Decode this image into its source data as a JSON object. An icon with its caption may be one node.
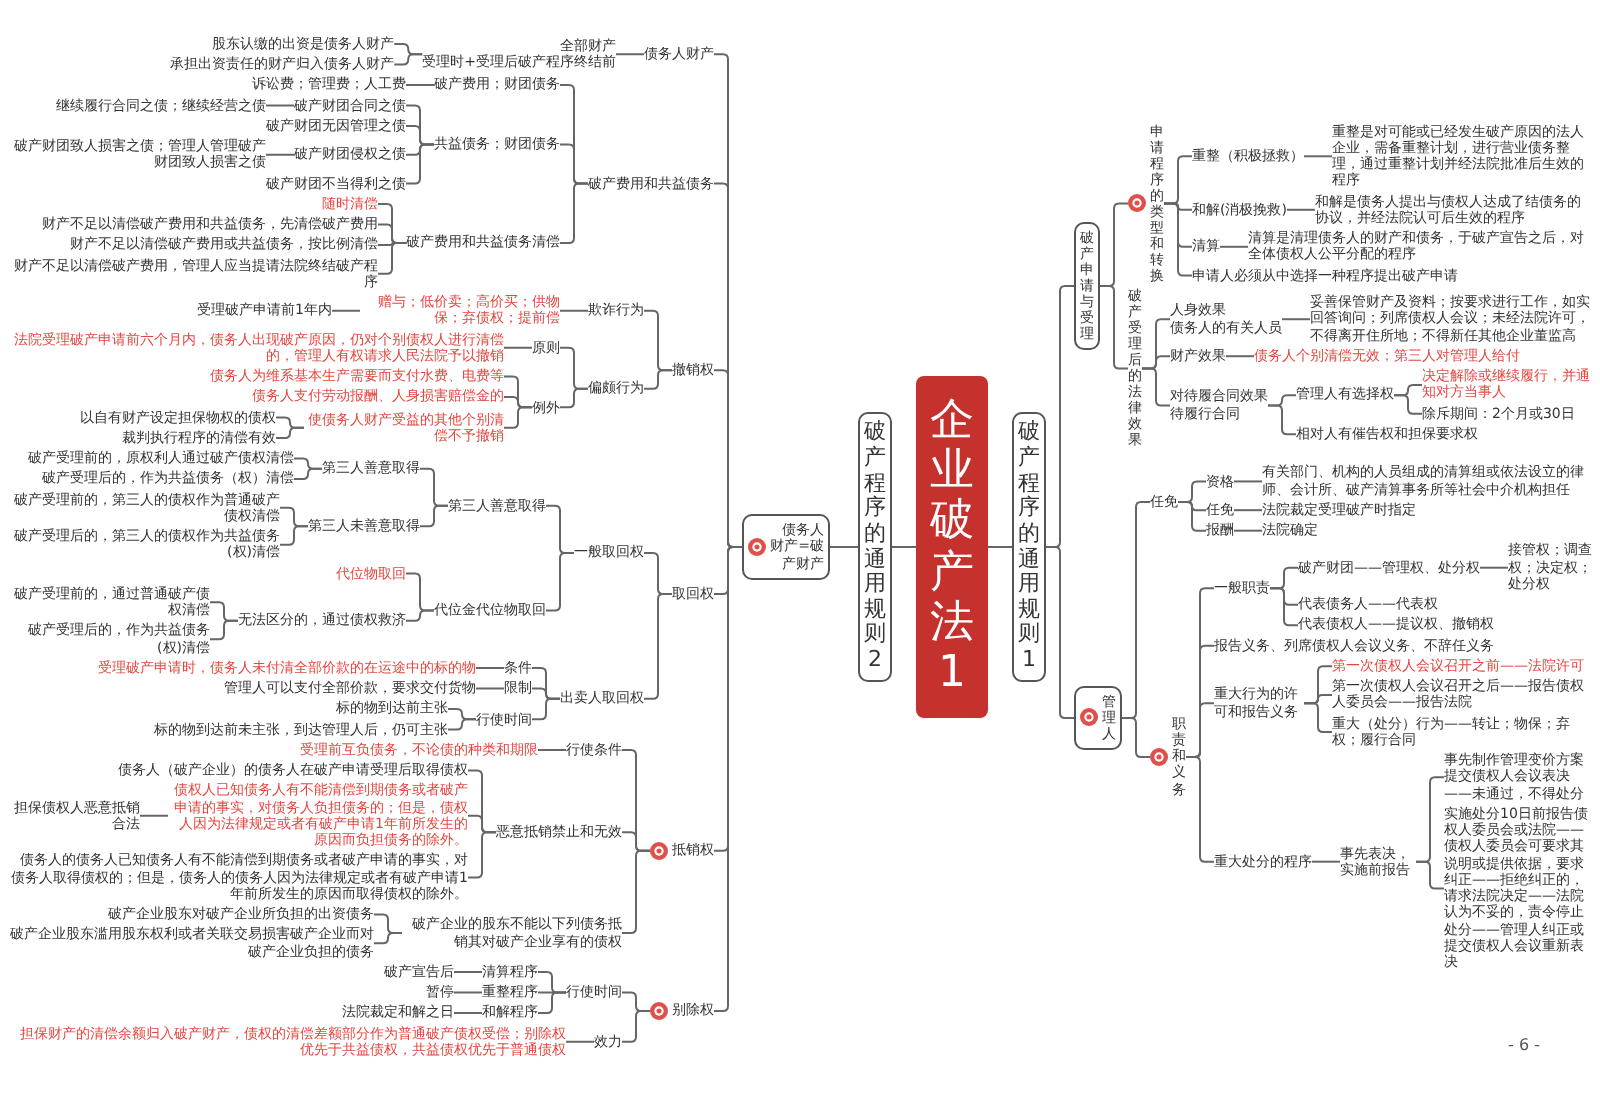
{
  "diagram": {
    "nodes": [
      {
        "text": [
          "企业破产法1"
        ]
      },
      {
        "text": [
          "破产程序的通用规则2"
        ]
      },
      {
        "text": [
          "破产程序的通用规则1"
        ]
      },
      {
        "text": [
          "债务人财产=破产财产"
        ]
      },
      {
        "text": [
          "债务人财产"
        ]
      },
      {
        "text": [
          "全部财产",
          "受理时+受理后破产程序终结前"
        ]
      },
      {
        "text": [
          "股东认缴的出资是债务人财产"
        ]
      },
      {
        "text": [
          "承担出资责任的财产归入债务人财产"
        ]
      },
      {
        "text": [
          "破产费用和共益债务"
        ]
      },
      {
        "text": [
          "破产费用；财团债务"
        ]
      },
      {
        "text": [
          "诉讼费；管理费；人工费"
        ]
      },
      {
        "text": [
          "共益债务；财团债务"
        ]
      },
      {
        "text": [
          "破产财团合同之债"
        ]
      },
      {
        "text": [
          "继续履行合同之债；继续经营之债"
        ]
      },
      {
        "text": [
          "破产财团无因管理之债"
        ]
      },
      {
        "text": [
          "破产财团侵权之债"
        ]
      },
      {
        "text": [
          "破产财团致人损害之债；管理人管理破产财团致人损害之债"
        ]
      },
      {
        "text": [
          "破产财团不当得利之债"
        ]
      },
      {
        "text": [
          "破产费用和共益债务清偿"
        ]
      },
      {
        "text": [
          "随时清偿"
        ]
      },
      {
        "text": [
          "财产不足以清偿破产费用和共益债务，先清偿破产费用"
        ]
      },
      {
        "text": [
          "财产不足以清偿破产费用或共益债务，按比例清偿"
        ]
      },
      {
        "text": [
          "财产不足以清偿破产费用，管理人应当提请法院终结破产程序"
        ]
      },
      {
        "text": [
          "撤销权"
        ]
      },
      {
        "text": [
          "欺诈行为"
        ]
      },
      {
        "text": [
          "赠与；低价卖；高价买；供物保；弃债权；提前偿"
        ]
      },
      {
        "text": [
          "受理破产申请前1年内"
        ]
      },
      {
        "text": [
          "偏颇行为"
        ]
      },
      {
        "text": [
          "原则"
        ]
      },
      {
        "text": [
          "法院受理破产申请前六个月内，债务人出现破产原因，仍对个别债权人进行清偿的，管理人有权请求人民法院予以撤销"
        ]
      },
      {
        "text": [
          "例外"
        ]
      },
      {
        "text": [
          "债务人为维系基本生产需要而支付水费、电费等"
        ]
      },
      {
        "text": [
          "债务人支付劳动报酬、人身损害赔偿金的"
        ]
      },
      {
        "text": [
          "使债务人财产受益的其他个别清偿不予撤销"
        ]
      },
      {
        "text": [
          "以自有财产设定担保物权的债权"
        ]
      },
      {
        "text": [
          "裁判执行程序的清偿有效"
        ]
      },
      {
        "text": [
          "取回权"
        ]
      },
      {
        "text": [
          "一般取回权"
        ]
      },
      {
        "text": [
          "第三人善意取得"
        ]
      },
      {
        "text": [
          "第三人善意取得"
        ]
      },
      {
        "text": [
          "破产受理前的，原权利人通过破产债权清偿"
        ]
      },
      {
        "text": [
          "破产受理后的，作为共益债务（权）清偿"
        ]
      },
      {
        "text": [
          "第三人未善意取得"
        ]
      },
      {
        "text": [
          "破产受理前的，第三人的债权作为普通破产债权清偿"
        ]
      },
      {
        "text": [
          "破产受理后的，第三人的债权作为共益债务(权)清偿"
        ]
      },
      {
        "text": [
          "代位金代位物取回"
        ]
      },
      {
        "text": [
          "代位物取回"
        ]
      },
      {
        "text": [
          "无法区分的，通过债权救济"
        ]
      },
      {
        "text": [
          "破产受理前的，通过普通破产债权清偿"
        ]
      },
      {
        "text": [
          "破产受理后的，作为共益债务(权)清偿"
        ]
      },
      {
        "text": [
          "出卖人取回权"
        ]
      },
      {
        "text": [
          "条件"
        ]
      },
      {
        "text": [
          "受理破产申请时，债务人未付清全部价款的在运途中的标的物"
        ]
      },
      {
        "text": [
          "限制"
        ]
      },
      {
        "text": [
          "管理人可以支付全部价款，要求交付货物"
        ]
      },
      {
        "text": [
          "行使时间"
        ]
      },
      {
        "text": [
          "标的物到达前主张"
        ]
      },
      {
        "text": [
          "标的物到达前未主张，到达管理人后，仍可主张"
        ]
      },
      {
        "text": [
          "抵销权"
        ]
      },
      {
        "text": [
          "行使条件"
        ]
      },
      {
        "text": [
          "受理前互负债务，不论债的种类和期限"
        ]
      },
      {
        "text": [
          "恶意抵销禁止和无效"
        ]
      },
      {
        "text": [
          "债务人（破产企业）的债务人在破产申请受理后取得债权"
        ]
      },
      {
        "text": [
          "债权人已知债务人有不能清偿到期债务或者破产申请的事实，对债务人负担债务的；但是，债权人因为法律规定或者有破产申请1年前所发生的原因而负担债务的除外。"
        ]
      },
      {
        "text": [
          "担保债权人恶意抵销合法"
        ]
      },
      {
        "text": [
          "债务人的债务人已知债务人有不能清偿到期债务或者破产申请的事实，对债务人取得债权的；但是，债务人的债务人因为法律规定或者有破产申请1年前所发生的原因而取得债权的除外。"
        ]
      },
      {
        "text": [
          "破产企业的股东不能以下列债务抵销其对破产企业享有的债权"
        ]
      },
      {
        "text": [
          "破产企业股东对破产企业所负担的出资债务"
        ]
      },
      {
        "text": [
          "破产企业股东滥用股东权利或者关联交易损害破产企业而对破产企业负担的债务"
        ]
      },
      {
        "text": [
          "别除权"
        ]
      },
      {
        "text": [
          "行使时间"
        ]
      },
      {
        "text": [
          "清算程序"
        ]
      },
      {
        "text": [
          "破产宣告后"
        ]
      },
      {
        "text": [
          "重整程序"
        ]
      },
      {
        "text": [
          "暂停"
        ]
      },
      {
        "text": [
          "和解程序"
        ]
      },
      {
        "text": [
          "法院裁定和解之日"
        ]
      },
      {
        "text": [
          "效力"
        ]
      },
      {
        "text": [
          "担保财产的清偿余额归入破产财产，债权的清偿差额部分作为普通破产债权受偿；别除权优先于共益债权，共益债权优先于普通债权"
        ]
      },
      {
        "text": [
          "破产申请与受理"
        ]
      },
      {
        "text": [
          "申请程序的类型和转换"
        ]
      },
      {
        "text": [
          "重整（积极拯救）"
        ]
      },
      {
        "text": [
          "重整是对可能或已经发生破产原因的法人企业，需备重整计划，进行营业债务整理，通过重整计划并经法院批准后生效的程序"
        ]
      },
      {
        "text": [
          "和解(消极挽救)"
        ]
      },
      {
        "text": [
          "和解是债务人提出与债权人达成了结债务的协议，并经法院认可后生效的程序"
        ]
      },
      {
        "text": [
          "清算"
        ]
      },
      {
        "text": [
          "清算是清理债务人的财产和债务，于破产宣告之后，对全体债权人公平分配的程序"
        ]
      },
      {
        "text": [
          "申请人必须从中选择一种程序提出破产申请"
        ]
      },
      {
        "text": [
          "破产受理后的法律效果"
        ]
      },
      {
        "text": [
          "人身效果",
          "债务人的有关人员"
        ]
      },
      {
        "text": [
          "妥善保管财产及资料；按要求进行工作，如实回答询问；列席债权人会议；未经法院许可，不得离开住所地；不得新任其他企业董监高"
        ]
      },
      {
        "text": [
          "财产效果"
        ]
      },
      {
        "text": [
          "债务人个别清偿无效；第三人对管理人给付"
        ]
      },
      {
        "text": [
          "对待履合同效果",
          "待履行合同"
        ]
      },
      {
        "text": [
          "管理人有选择权"
        ]
      },
      {
        "text": [
          "决定解除或继续履行，并通知对方当事人"
        ]
      },
      {
        "text": [
          "除斥期间：2个月或30日"
        ]
      },
      {
        "text": [
          "相对人有催告权和担保要求权"
        ]
      },
      {
        "text": [
          "管理人"
        ]
      },
      {
        "text": [
          "任免"
        ]
      },
      {
        "text": [
          "资格"
        ]
      },
      {
        "text": [
          "有关部门、机构的人员组成的清算组或依法设立的律师、会计所、破产清算事务所等社会中介机构担任"
        ]
      },
      {
        "text": [
          "任免"
        ]
      },
      {
        "text": [
          "法院裁定受理破产时指定"
        ]
      },
      {
        "text": [
          "报酬"
        ]
      },
      {
        "text": [
          "法院确定"
        ]
      },
      {
        "text": [
          "职责和义务"
        ]
      },
      {
        "text": [
          "一般职责"
        ]
      },
      {
        "text": [
          "破产财团——管理权、处分权"
        ]
      },
      {
        "text": [
          "接管权；调查权；决定权；处分权"
        ]
      },
      {
        "text": [
          "代表债务人——代表权"
        ]
      },
      {
        "text": [
          "代表债权人——提议权、撤销权"
        ]
      },
      {
        "text": [
          "报告义务、列席债权人会议义务、不辞任义务"
        ]
      },
      {
        "text": [
          "重大行为的许可和报告义务"
        ]
      },
      {
        "text": [
          "第一次债权人会议召开之前——法院许可"
        ]
      },
      {
        "text": [
          "第一次债权人会议召开之后——报告债权人委员会——报告法院"
        ]
      },
      {
        "text": [
          "重大（处分）行为——转让；物保；弃权；履行合同"
        ]
      },
      {
        "text": [
          "重大处分的程序"
        ]
      },
      {
        "text": [
          "事先表决，实施前报告"
        ]
      },
      {
        "text": [
          "事先制作管理变价方案提交债权人会议表决——未通过，不得处分"
        ]
      },
      {
        "text": [
          "实施处分10日前报告债权人委员会或法院——债权人委员会可要求其说明或提供依据，要求纠正——拒绝纠正的，请求法院决定——法院认为不妥的，责令停止处分——管理人纠正或提交债权人会议重新表决"
        ]
      }
    ],
    "edges": [
      {
        "from": 0,
        "to": 1,
        "arrow": "none"
      },
      {
        "from": 0,
        "to": 2,
        "arrow": "none"
      },
      {
        "from": 1,
        "to": 3,
        "arrow": "none"
      },
      {
        "from": 3,
        "to": 4,
        "arrow": "none"
      },
      {
        "from": 4,
        "to": 5,
        "arrow": "none"
      },
      {
        "from": 5,
        "to": 6,
        "arrow": "none"
      },
      {
        "from": 5,
        "to": 7,
        "arrow": "none"
      },
      {
        "from": 3,
        "to": 8,
        "arrow": "none"
      },
      {
        "from": 8,
        "to": 9,
        "arrow": "none"
      },
      {
        "from": 9,
        "to": 10,
        "arrow": "none"
      },
      {
        "from": 8,
        "to": 11,
        "arrow": "none"
      },
      {
        "from": 11,
        "to": 12,
        "arrow": "none"
      },
      {
        "from": 12,
        "to": 13,
        "arrow": "none"
      },
      {
        "from": 11,
        "to": 14,
        "arrow": "none"
      },
      {
        "from": 11,
        "to": 15,
        "arrow": "none"
      },
      {
        "from": 15,
        "to": 16,
        "arrow": "none"
      },
      {
        "from": 11,
        "to": 17,
        "arrow": "none"
      },
      {
        "from": 8,
        "to": 18,
        "arrow": "none"
      },
      {
        "from": 18,
        "to": 19,
        "arrow": "none"
      },
      {
        "from": 18,
        "to": 20,
        "arrow": "none"
      },
      {
        "from": 18,
        "to": 21,
        "arrow": "none"
      },
      {
        "from": 18,
        "to": 22,
        "arrow": "none"
      },
      {
        "from": 3,
        "to": 23,
        "arrow": "none"
      },
      {
        "from": 23,
        "to": 24,
        "arrow": "none"
      },
      {
        "from": 24,
        "to": 25,
        "arrow": "none"
      },
      {
        "from": 25,
        "to": 26,
        "arrow": "none"
      },
      {
        "from": 23,
        "to": 27,
        "arrow": "none"
      },
      {
        "from": 27,
        "to": 28,
        "arrow": "none"
      },
      {
        "from": 28,
        "to": 29,
        "arrow": "none"
      },
      {
        "from": 27,
        "to": 30,
        "arrow": "none"
      },
      {
        "from": 30,
        "to": 31,
        "arrow": "none"
      },
      {
        "from": 30,
        "to": 32,
        "arrow": "none"
      },
      {
        "from": 30,
        "to": 33,
        "arrow": "none"
      },
      {
        "from": 33,
        "to": 34,
        "arrow": "none"
      },
      {
        "from": 33,
        "to": 35,
        "arrow": "none"
      },
      {
        "from": 3,
        "to": 36,
        "arrow": "none"
      },
      {
        "from": 36,
        "to": 37,
        "arrow": "none"
      },
      {
        "from": 37,
        "to": 38,
        "arrow": "none"
      },
      {
        "from": 38,
        "to": 39,
        "arrow": "none"
      },
      {
        "from": 39,
        "to": 40,
        "arrow": "none"
      },
      {
        "from": 39,
        "to": 41,
        "arrow": "none"
      },
      {
        "from": 38,
        "to": 42,
        "arrow": "none"
      },
      {
        "from": 42,
        "to": 43,
        "arrow": "none"
      },
      {
        "from": 42,
        "to": 44,
        "arrow": "none"
      },
      {
        "from": 37,
        "to": 45,
        "arrow": "none"
      },
      {
        "from": 45,
        "to": 46,
        "arrow": "none"
      },
      {
        "from": 45,
        "to": 47,
        "arrow": "none"
      },
      {
        "from": 47,
        "to": 48,
        "arrow": "none"
      },
      {
        "from": 47,
        "to": 49,
        "arrow": "none"
      },
      {
        "from": 36,
        "to": 50,
        "arrow": "none"
      },
      {
        "from": 50,
        "to": 51,
        "arrow": "none"
      },
      {
        "from": 51,
        "to": 52,
        "arrow": "none"
      },
      {
        "from": 50,
        "to": 53,
        "arrow": "none"
      },
      {
        "from": 53,
        "to": 54,
        "arrow": "none"
      },
      {
        "from": 50,
        "to": 55,
        "arrow": "none"
      },
      {
        "from": 55,
        "to": 56,
        "arrow": "none"
      },
      {
        "from": 55,
        "to": 57,
        "arrow": "none"
      },
      {
        "from": 3,
        "to": 58,
        "arrow": "none"
      },
      {
        "from": 58,
        "to": 59,
        "arrow": "none"
      },
      {
        "from": 59,
        "to": 60,
        "arrow": "none"
      },
      {
        "from": 58,
        "to": 61,
        "arrow": "none"
      },
      {
        "from": 61,
        "to": 62,
        "arrow": "none"
      },
      {
        "from": 61,
        "to": 63,
        "arrow": "none"
      },
      {
        "from": 63,
        "to": 64,
        "arrow": "none"
      },
      {
        "from": 61,
        "to": 65,
        "arrow": "none"
      },
      {
        "from": 58,
        "to": 66,
        "arrow": "none"
      },
      {
        "from": 66,
        "to": 67,
        "arrow": "none"
      },
      {
        "from": 66,
        "to": 68,
        "arrow": "none"
      },
      {
        "from": 3,
        "to": 69,
        "arrow": "none"
      },
      {
        "from": 69,
        "to": 70,
        "arrow": "none"
      },
      {
        "from": 70,
        "to": 71,
        "arrow": "none"
      },
      {
        "from": 71,
        "to": 72,
        "arrow": "none"
      },
      {
        "from": 70,
        "to": 73,
        "arrow": "none"
      },
      {
        "from": 73,
        "to": 74,
        "arrow": "none"
      },
      {
        "from": 70,
        "to": 75,
        "arrow": "none"
      },
      {
        "from": 75,
        "to": 76,
        "arrow": "none"
      },
      {
        "from": 69,
        "to": 77,
        "arrow": "none"
      },
      {
        "from": 77,
        "to": 78,
        "arrow": "none"
      },
      {
        "from": 2,
        "to": 79,
        "arrow": "none"
      },
      {
        "from": 79,
        "to": 80,
        "arrow": "none"
      },
      {
        "from": 80,
        "to": 81,
        "arrow": "none"
      },
      {
        "from": 81,
        "to": 82,
        "arrow": "none"
      },
      {
        "from": 80,
        "to": 83,
        "arrow": "none"
      },
      {
        "from": 83,
        "to": 84,
        "arrow": "none"
      },
      {
        "from": 80,
        "to": 85,
        "arrow": "none"
      },
      {
        "from": 85,
        "to": 86,
        "arrow": "none"
      },
      {
        "from": 80,
        "to": 87,
        "arrow": "none"
      },
      {
        "from": 79,
        "to": 88,
        "arrow": "none"
      },
      {
        "from": 88,
        "to": 89,
        "arrow": "none"
      },
      {
        "from": 89,
        "to": 90,
        "arrow": "none"
      },
      {
        "from": 88,
        "to": 91,
        "arrow": "none"
      },
      {
        "from": 91,
        "to": 92,
        "arrow": "none"
      },
      {
        "from": 88,
        "to": 93,
        "arrow": "none"
      },
      {
        "from": 93,
        "to": 94,
        "arrow": "none"
      },
      {
        "from": 94,
        "to": 95,
        "arrow": "none"
      },
      {
        "from": 94,
        "to": 96,
        "arrow": "none"
      },
      {
        "from": 93,
        "to": 97,
        "arrow": "none"
      },
      {
        "from": 2,
        "to": 98,
        "arrow": "none"
      },
      {
        "from": 98,
        "to": 99,
        "arrow": "none"
      },
      {
        "from": 99,
        "to": 100,
        "arrow": "none"
      },
      {
        "from": 100,
        "to": 101,
        "arrow": "none"
      },
      {
        "from": 99,
        "to": 102,
        "arrow": "none"
      },
      {
        "from": 102,
        "to": 103,
        "arrow": "none"
      },
      {
        "from": 99,
        "to": 104,
        "arrow": "none"
      },
      {
        "from": 104,
        "to": 105,
        "arrow": "none"
      },
      {
        "from": 98,
        "to": 106,
        "arrow": "none"
      },
      {
        "from": 106,
        "to": 107,
        "arrow": "none"
      },
      {
        "from": 107,
        "to": 108,
        "arrow": "none"
      },
      {
        "from": 108,
        "to": 109,
        "arrow": "none"
      },
      {
        "from": 107,
        "to": 110,
        "arrow": "none"
      },
      {
        "from": 107,
        "to": 111,
        "arrow": "none"
      },
      {
        "from": 106,
        "to": 112,
        "arrow": "none"
      },
      {
        "from": 106,
        "to": 113,
        "arrow": "none"
      },
      {
        "from": 113,
        "to": 114,
        "arrow": "none"
      },
      {
        "from": 113,
        "to": 115,
        "arrow": "none"
      },
      {
        "from": 113,
        "to": 116,
        "arrow": "none"
      },
      {
        "from": 106,
        "to": 117,
        "arrow": "none"
      },
      {
        "from": 117,
        "to": 118,
        "arrow": "none"
      },
      {
        "from": 118,
        "to": 119,
        "arrow": "none"
      },
      {
        "from": 118,
        "to": 120,
        "arrow": "none"
      }
    ],
    "labels": [
      "- 6 -"
    ]
  }
}
